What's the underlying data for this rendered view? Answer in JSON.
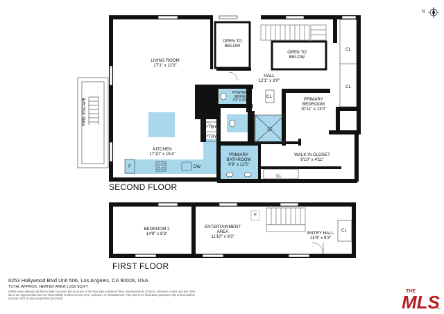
{
  "compass": {
    "letter": "N"
  },
  "second_floor": {
    "title": "SECOND FLOOR",
    "rooms": {
      "living": {
        "name": "LIVING ROOM",
        "dim": "17'1\" x 11'0\""
      },
      "open1": {
        "name": "OPEN TO BELOW"
      },
      "open2": {
        "name": "OPEN TO BELOW"
      },
      "hall": {
        "name": "HALL",
        "dim": "12'1\" x 3'0\""
      },
      "powder": {
        "name": "POWDER ROOM",
        "dim": "7'2\" x 3'0\""
      },
      "primary_bedroom": {
        "name": "PRIMARY BEDROOM",
        "dim": "10'11\" x 13'0\""
      },
      "kitchen": {
        "name": "KITCHEN",
        "dim": "17'10\" x 15'4\""
      },
      "primary_bath": {
        "name": "PRIMARY BATHROOM",
        "dim": "9'9\" x 11'5\""
      },
      "walkin": {
        "name": "WALK IN CLOSET",
        "dim": "8'10\" x 4'11\""
      },
      "fire_escape": {
        "name": "FIRE ESCAPE"
      }
    },
    "labels": {
      "cl": "CL",
      "ptry": "P'TRY",
      "dw": "DW",
      "f": "F"
    }
  },
  "first_floor": {
    "title": "FIRST FLOOR",
    "rooms": {
      "bedroom2": {
        "name": "BEDROOM 2",
        "dim": "14'8\" x 8'3\""
      },
      "entertainment": {
        "name": "ENTERTAINMENT AREA",
        "dim": "11'10\" x 8'3\""
      },
      "entry": {
        "name": "ENTRY HALL",
        "dim": "14'9\" x 8'3\""
      }
    },
    "labels": {
      "cl": "CL",
      "f": "F"
    }
  },
  "footer": {
    "address": "6253 Hollywood Blvd Unit 506, Los Angeles, CA 90028, USA",
    "area": "TOTAL APPROX. HEATED AREA 1,259 SQ.FT",
    "disclaimer": "Whilst every attempt has been made to ensure the accuracy of the floor plan contained here, measurements of doors, windows, rooms and any other items are approximate and no responsibility is taken for any error, omission, or misstatement. This plan is for illustrative purposes only and should be used as such by any prospective purchaser."
  },
  "logo": {
    "text_top": "THE",
    "text_main": "MLS",
    "tm": "TM"
  },
  "colors": {
    "wall": "#111111",
    "wet": "#a9d8ec",
    "window": "#ffffff",
    "line": "#333333"
  }
}
